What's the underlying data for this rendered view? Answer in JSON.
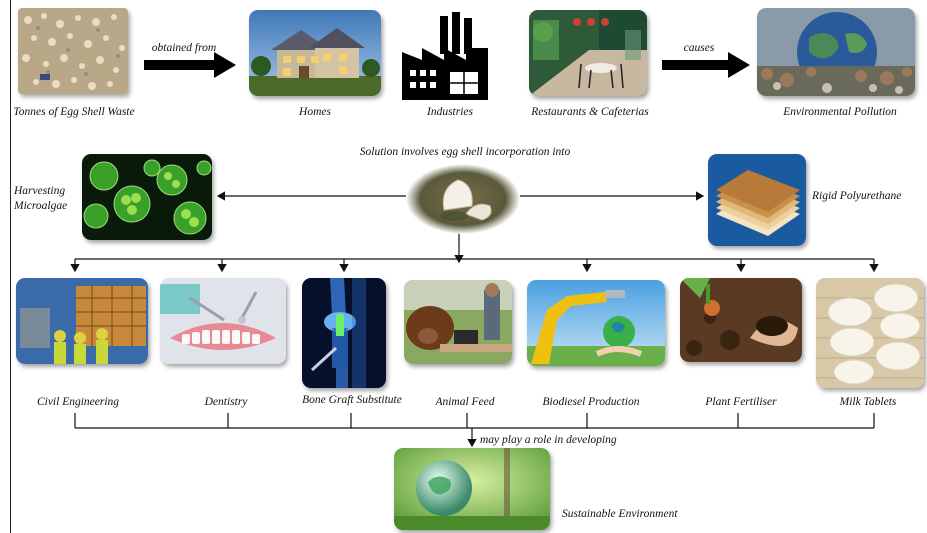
{
  "top_row": {
    "waste": "Tonnes of Egg Shell Waste",
    "obtained_from": "obtained from",
    "homes": "Homes",
    "industries": "Industries",
    "restaurants": "Restaurants & Cafeterias",
    "causes": "causes",
    "pollution": "Environmental Pollution"
  },
  "middle_row": {
    "solution": "Solution involves egg shell incorporation into",
    "microalgae": "Harvesting\nMicroalgae",
    "polyurethane": "Rigid Polyurethane"
  },
  "applications": [
    "Civil Engineering",
    "Dentistry",
    "Bone Graft Substitute",
    "Animal Feed",
    "Biodiesel Production",
    "Plant Fertiliser",
    "Milk Tablets"
  ],
  "bottom": {
    "role": "may play a role in developing",
    "sustainable": "Sustainable Environment"
  }
}
